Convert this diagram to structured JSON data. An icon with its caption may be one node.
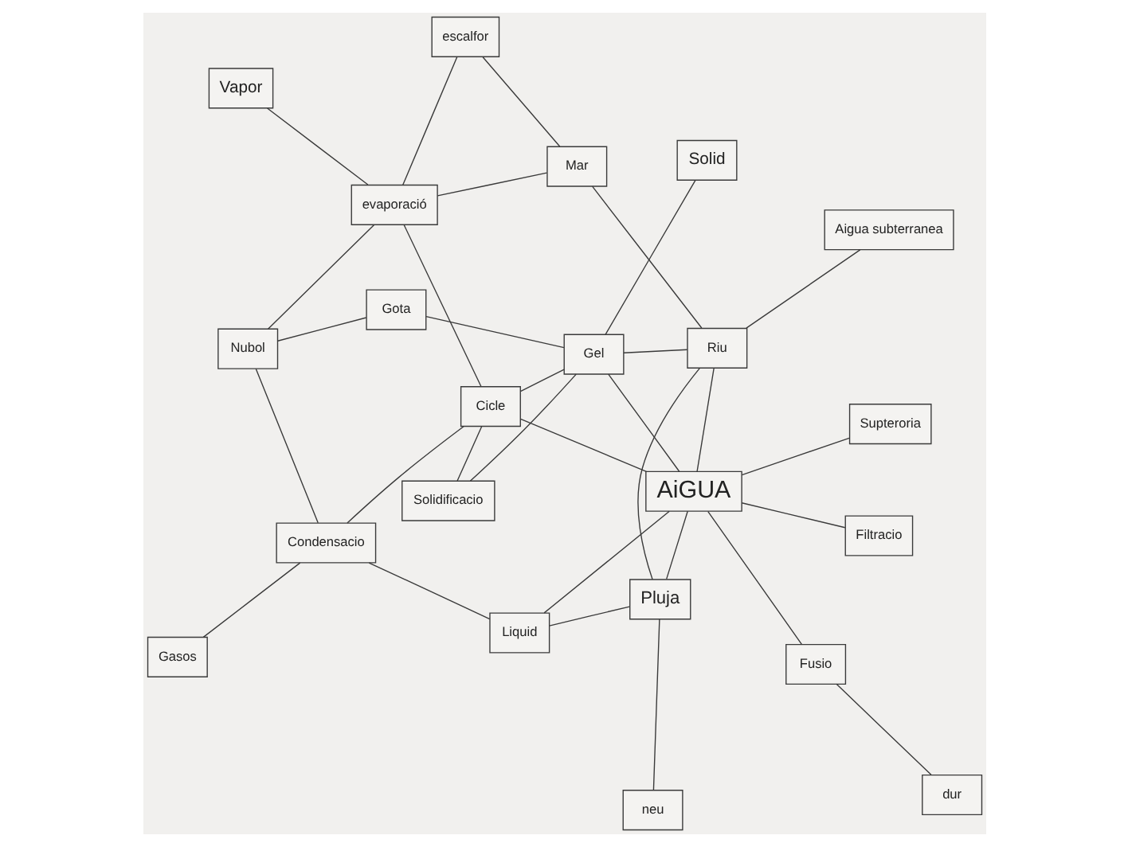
{
  "diagram": {
    "nodes": [
      {
        "text": [
          "Gasos"
        ]
      },
      {
        "text": [
          "Solid"
        ]
      },
      {
        "text": [
          "neu"
        ]
      },
      {
        "text": [
          "Gel"
        ]
      },
      {
        "text": [
          "Liquid"
        ]
      },
      {
        "text": [
          "Condensacio"
        ]
      },
      {
        "text": [
          "Solidificacio"
        ]
      },
      {
        "text": [
          "Fusio"
        ]
      },
      {
        "text": [
          "Pluja"
        ]
      },
      {
        "text": [
          "Cicle"
        ]
      },
      {
        "text": [
          "Vapor"
        ]
      },
      {
        "text": [
          "AiGUA"
        ]
      },
      {
        "text": [
          "Riu"
        ]
      },
      {
        "text": [
          "Aigua subterranea"
        ]
      },
      {
        "text": [
          "Supteroria"
        ]
      },
      {
        "text": [
          "Mar"
        ]
      },
      {
        "text": [
          "Filtracio"
        ]
      },
      {
        "text": [
          "evaporació"
        ]
      },
      {
        "text": [
          "escalfor"
        ]
      },
      {
        "text": [
          "Gota"
        ]
      },
      {
        "text": [
          "Nubol"
        ]
      },
      {
        "text": [
          "dur"
        ]
      }
    ],
    "edges": [
      {
        "from": 0,
        "to": 5,
        "arrow": "none"
      },
      {
        "from": 5,
        "to": 9,
        "arrow": "none"
      },
      {
        "from": 5,
        "to": 4,
        "arrow": "none"
      },
      {
        "from": 5,
        "to": 20,
        "arrow": "none"
      },
      {
        "from": 1,
        "to": 3,
        "arrow": "none"
      },
      {
        "from": 3,
        "to": 6,
        "arrow": "none"
      },
      {
        "from": 2,
        "to": 8,
        "arrow": "none"
      },
      {
        "from": 4,
        "to": 11,
        "arrow": "none"
      },
      {
        "from": 4,
        "to": 8,
        "arrow": "none"
      },
      {
        "from": 7,
        "to": 11,
        "arrow": "none"
      },
      {
        "from": 7,
        "to": 21,
        "arrow": "none"
      },
      {
        "from": 9,
        "to": 11,
        "arrow": "none"
      },
      {
        "from": 9,
        "to": 17,
        "arrow": "none"
      },
      {
        "from": 9,
        "to": 3,
        "arrow": "none"
      },
      {
        "from": 9,
        "to": 6,
        "arrow": "none"
      },
      {
        "from": 3,
        "to": 11,
        "arrow": "none"
      },
      {
        "from": 3,
        "to": 12,
        "arrow": "none"
      },
      {
        "from": 8,
        "to": 12,
        "arrow": "none"
      },
      {
        "from": 8,
        "to": 11,
        "arrow": "none"
      },
      {
        "from": 11,
        "to": 12,
        "arrow": "none"
      },
      {
        "from": 12,
        "to": 13,
        "arrow": "none"
      },
      {
        "from": 12,
        "to": 15,
        "arrow": "none"
      },
      {
        "from": 15,
        "to": 18,
        "arrow": "none"
      },
      {
        "from": 15,
        "to": 17,
        "arrow": "none"
      },
      {
        "from": 10,
        "to": 17,
        "arrow": "none"
      },
      {
        "from": 16,
        "to": 11,
        "arrow": "none"
      },
      {
        "from": 17,
        "to": 18,
        "arrow": "none"
      },
      {
        "from": 17,
        "to": 20,
        "arrow": "none"
      },
      {
        "from": 19,
        "to": 20,
        "arrow": "none"
      },
      {
        "from": 19,
        "to": 3,
        "arrow": "none"
      },
      {
        "from": 14,
        "to": 11,
        "arrow": "none"
      }
    ]
  }
}
